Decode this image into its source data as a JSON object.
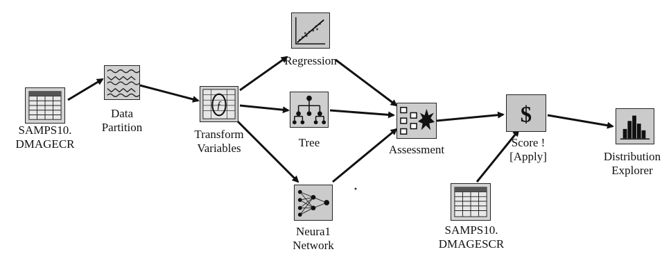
{
  "nodes": {
    "samps10_dmagecr": {
      "label": "SAMPS10.\nDMAGECR",
      "icon": "data-table-icon"
    },
    "data_partition": {
      "label": "Data\nPartition",
      "icon": "partition-icon"
    },
    "transform_variables": {
      "label": "Transform\nVariables",
      "icon": "transform-icon"
    },
    "regression": {
      "label": "Regression",
      "icon": "regression-icon"
    },
    "tree": {
      "label": "Tree",
      "icon": "tree-icon"
    },
    "neural_network": {
      "label": "Neura1\nNetwork",
      "icon": "neural-network-icon"
    },
    "assessment": {
      "label": "Assessment",
      "icon": "assessment-icon"
    },
    "score": {
      "label": "Score !\n[Apply]",
      "icon": "dollar-icon"
    },
    "samps10_dmagescr": {
      "label": "SAMPS10.\nDMAGESCR",
      "icon": "data-table-icon"
    },
    "distribution_explorer": {
      "label": "Distribution\nExplorer",
      "icon": "histogram-icon"
    }
  },
  "edges": [
    [
      "samps10_dmagecr",
      "data_partition"
    ],
    [
      "data_partition",
      "transform_variables"
    ],
    [
      "transform_variables",
      "regression"
    ],
    [
      "transform_variables",
      "tree"
    ],
    [
      "transform_variables",
      "neural_network"
    ],
    [
      "regression",
      "assessment"
    ],
    [
      "tree",
      "assessment"
    ],
    [
      "neural_network",
      "assessment"
    ],
    [
      "assessment",
      "score"
    ],
    [
      "samps10_dmagescr",
      "score"
    ],
    [
      "score",
      "distribution_explorer"
    ]
  ]
}
